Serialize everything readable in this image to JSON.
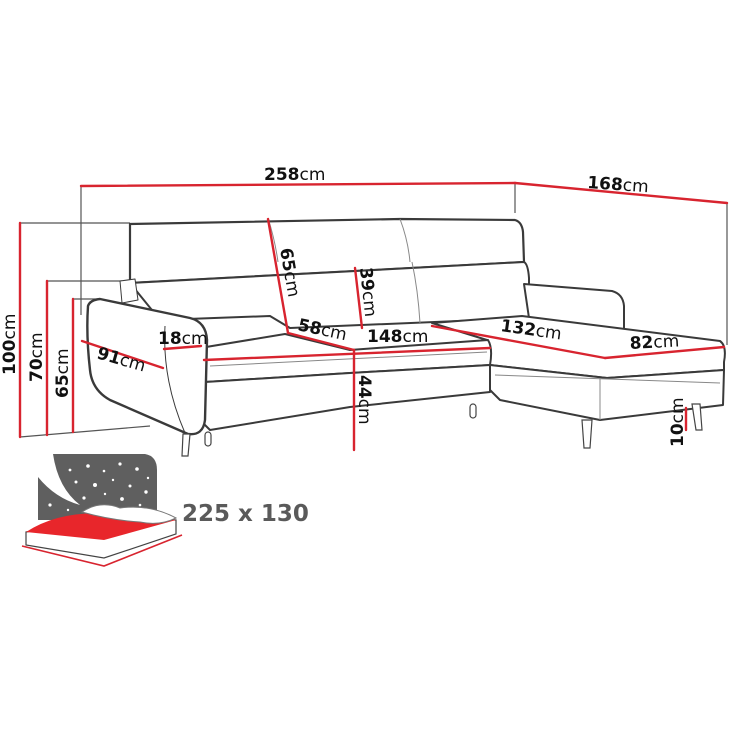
{
  "diagram": {
    "subject": "corner sofa dimension drawing",
    "colors": {
      "dimension_line": "#d8242f",
      "outline": "#3a3a3a",
      "label_text": "#111111",
      "bed_icon_gray": "#5f5f5f",
      "bed_icon_red": "#e8262b"
    },
    "dimensions": {
      "total_width": {
        "value": "258",
        "unit": "cm"
      },
      "chaise_depth": {
        "value": "168",
        "unit": "cm"
      },
      "total_height": {
        "value": "100",
        "unit": "cm"
      },
      "back_height": {
        "value": "70",
        "unit": "cm"
      },
      "arm_height": {
        "value": "65",
        "unit": "cm"
      },
      "arm_depth": {
        "value": "91",
        "unit": "cm"
      },
      "arm_width": {
        "value": "18",
        "unit": "cm"
      },
      "backrest_height": {
        "value": "65",
        "unit": "cm"
      },
      "headrest_height": {
        "value": "39",
        "unit": "cm"
      },
      "seat_depth": {
        "value": "58",
        "unit": "cm"
      },
      "seat_width": {
        "value": "148",
        "unit": "cm"
      },
      "chaise_length": {
        "value": "132",
        "unit": "cm"
      },
      "chaise_width": {
        "value": "82",
        "unit": "cm"
      },
      "seat_height": {
        "value": "44",
        "unit": "cm"
      },
      "leg_height": {
        "value": "10",
        "unit": "cm"
      }
    },
    "sleeping_area": {
      "label": "225 x 130",
      "icon": "bed-night-stars-icon"
    }
  }
}
